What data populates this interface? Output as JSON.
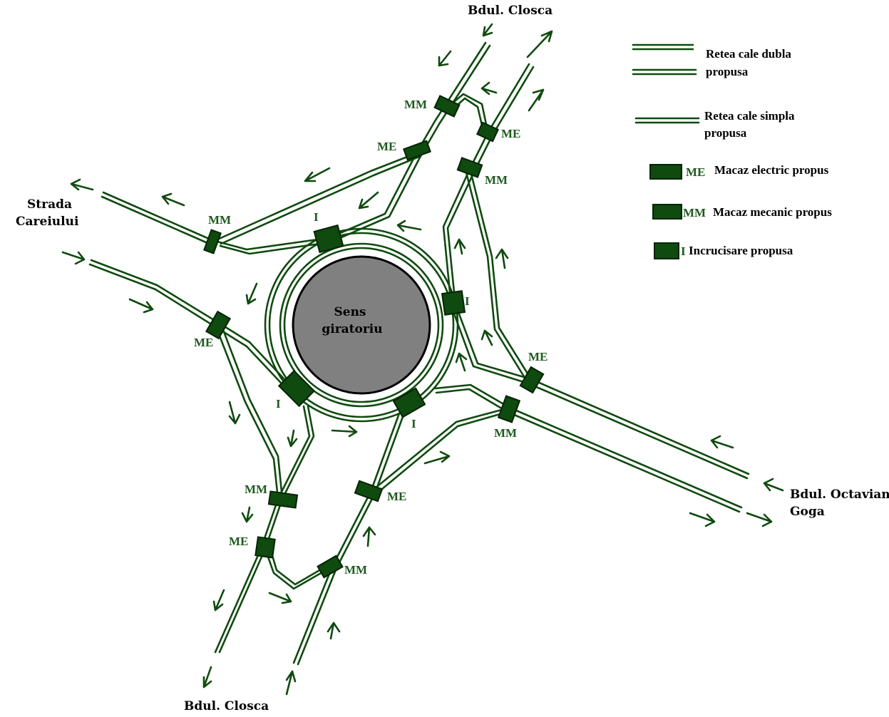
{
  "center": {
    "label_line1": "Sens",
    "label_line2": "giratoriu",
    "fill": "#808080"
  },
  "streets": {
    "top": "Bdul. Closca",
    "bottom": "Bdul. Closca",
    "left_line1": "Strada",
    "left_line2": "Careiului",
    "right_line1": "Bdul. Octavian",
    "right_line2": "Goga"
  },
  "tags": {
    "mm": "MM",
    "me": "ME",
    "i": "I"
  },
  "legend": [
    {
      "symbol": "double-line",
      "text_line1": "Retea cale dubla",
      "text_line2": "propusa"
    },
    {
      "symbol": "simple-line",
      "text_line1": "Retea cale simpla",
      "text_line2": "propusa"
    },
    {
      "symbol": "switch",
      "tag": "ME",
      "text_line1": "Macaz electric propus"
    },
    {
      "symbol": "switch",
      "tag": "MM",
      "text_line1": "Macaz mecanic propus"
    },
    {
      "symbol": "switch",
      "tag": "I",
      "text_line1": "Incrucisare propusa"
    }
  ],
  "colors": {
    "track": "#0f4a0f",
    "switch": "#0f4a0f",
    "roundabout": "#808080"
  }
}
